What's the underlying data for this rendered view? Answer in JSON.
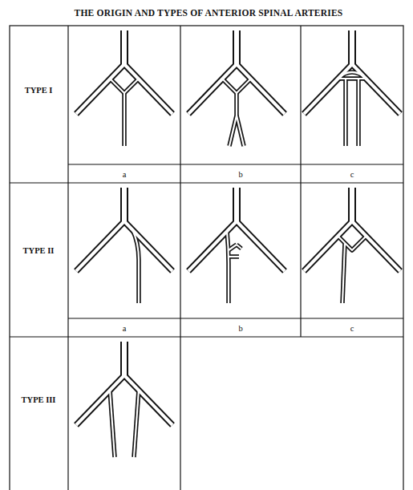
{
  "diagram": {
    "title": "THE ORIGIN AND TYPES OF ANTERIOR SPINAL ARTERIES",
    "labels": [
      "TYPE I",
      "a",
      "b",
      "c",
      "TYPE II",
      "a",
      "b",
      "c",
      "TYPE III"
    ]
  }
}
